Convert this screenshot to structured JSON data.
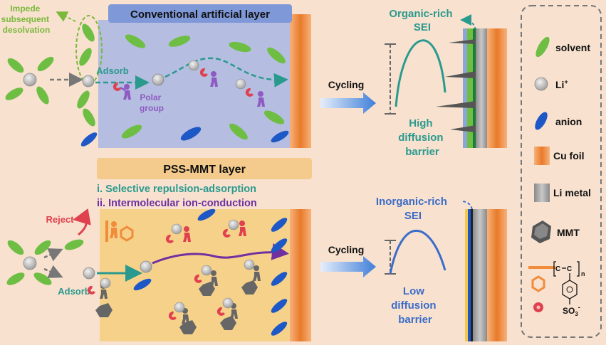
{
  "top": {
    "title": "Conventional artificial layer",
    "impede_label": [
      "Impede",
      "subsequent",
      "desolvation"
    ],
    "adsorb_label": "Adsorb",
    "polar_label": [
      "Polar",
      "group"
    ],
    "cycling_label": "Cycling",
    "sei_label": [
      "Organic-rich",
      "SEI"
    ],
    "barrier_label": [
      "High",
      "diffusion",
      "barrier"
    ]
  },
  "bottom": {
    "title": "PSS-MMT layer",
    "point1": "i. Selective repulsion-adsorption",
    "point2": "ii. Intermolecular ion-conduction",
    "reject_label": "Reject",
    "adsorb_label": "Adsorb",
    "cycling_label": "Cycling",
    "sei_label": [
      "Inorganic-rich",
      "SEI"
    ],
    "barrier_label": [
      "Low",
      "diffusion",
      "barrier"
    ]
  },
  "legend": {
    "solvent": "solvent",
    "li": "Li",
    "li_sup": "+",
    "anion": "anion",
    "cu": "Cu foil",
    "li_metal": "Li metal",
    "mmt": "MMT",
    "pss_c1": "C",
    "pss_c2": "C",
    "pss_n": "n",
    "pss_so3": "SO",
    "pss_so3_sub": "3",
    "pss_minus": "-"
  },
  "colors": {
    "background": "#f8e1cf",
    "top_panel": "#b5bde0",
    "top_title_bg": "#7f98d8",
    "bottom_panel": "#f6d18a",
    "bottom_title_bg": "#f4cb8c",
    "teal": "#2a9a8e",
    "blue_text": "#3a6cc9",
    "purple": "#7030a0",
    "green_text": "#7ab93c",
    "reject_red": "#e0414f",
    "solvent_green": "#6fbe44",
    "anion_blue": "#1d58c6",
    "cu_orange": "#f08c3a"
  }
}
